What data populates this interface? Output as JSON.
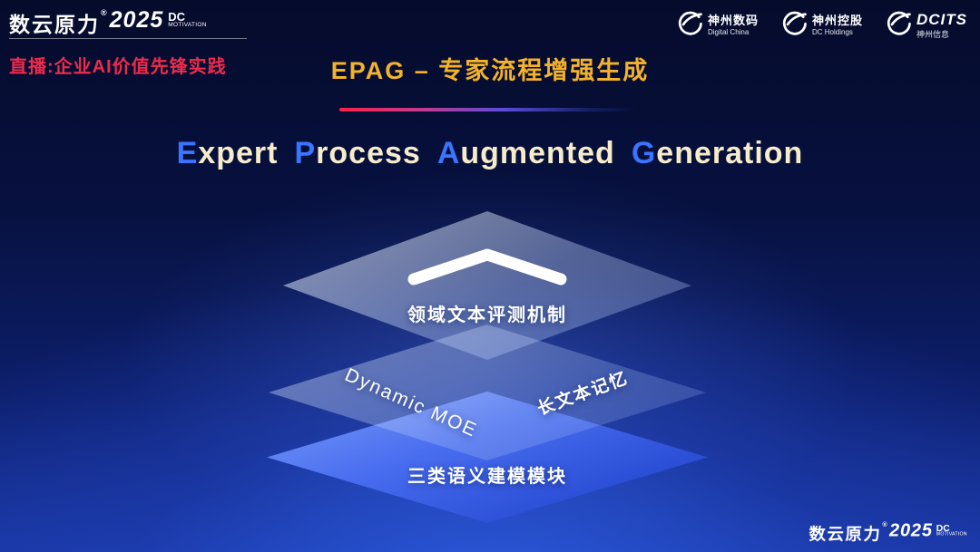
{
  "brand": {
    "cn": "数云原力",
    "reg": "®",
    "year": "2025",
    "dc": "DC",
    "motivation": "MOTIVATION"
  },
  "header": {
    "live_label": "直播:企业AI价值先锋实践",
    "title": "EPAG – 专家流程增强生成"
  },
  "partner_logos": [
    {
      "name": "神州数码",
      "sub": "Digital China"
    },
    {
      "name": "神州控股",
      "sub": "DC Holdings"
    },
    {
      "name": "DCITS",
      "sub": "神州信息"
    }
  ],
  "subtitle": {
    "full": "Expert Process Augmented Generation",
    "segments": [
      {
        "cap": "E",
        "rest": "xpert"
      },
      {
        "cap": "P",
        "rest": "rocess"
      },
      {
        "cap": "A",
        "rest": "ugmented"
      },
      {
        "cap": "G",
        "rest": "eneration"
      }
    ]
  },
  "diagram": {
    "top_layer_label": "领域文本评测机制",
    "middle_layer_left_label": "Dynamic MOE",
    "middle_layer_right_label": "长文本记忆",
    "bottom_layer_label": "三类语义建模模块"
  },
  "colors": {
    "title_gold": "#f3b229",
    "live_red": "#ee2b4c",
    "capital_blue": "#3a74ff",
    "subtitle_cream": "#f6ecca",
    "bottom_layer_blue": "#3b63e8"
  }
}
